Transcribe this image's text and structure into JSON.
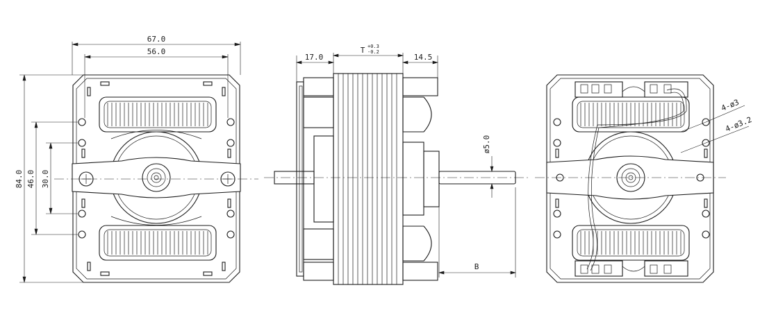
{
  "dimensions": {
    "front_outer_width": "67.0",
    "front_inner_width": "56.0",
    "front_height": "84.0",
    "hole_spacing_outer": "46.0",
    "hole_spacing_inner": "30.0",
    "side_left_offset": "17.0",
    "side_thickness": "T",
    "side_tol_plus": "+0.3",
    "side_tol_minus": "-0.2",
    "side_right_offset": "14.5",
    "shaft_diameter": "ø5.0",
    "shaft_length": "B"
  },
  "notes": {
    "mount_holes": "4-ø3",
    "mount_holes_large": "4-ø3.2"
  }
}
